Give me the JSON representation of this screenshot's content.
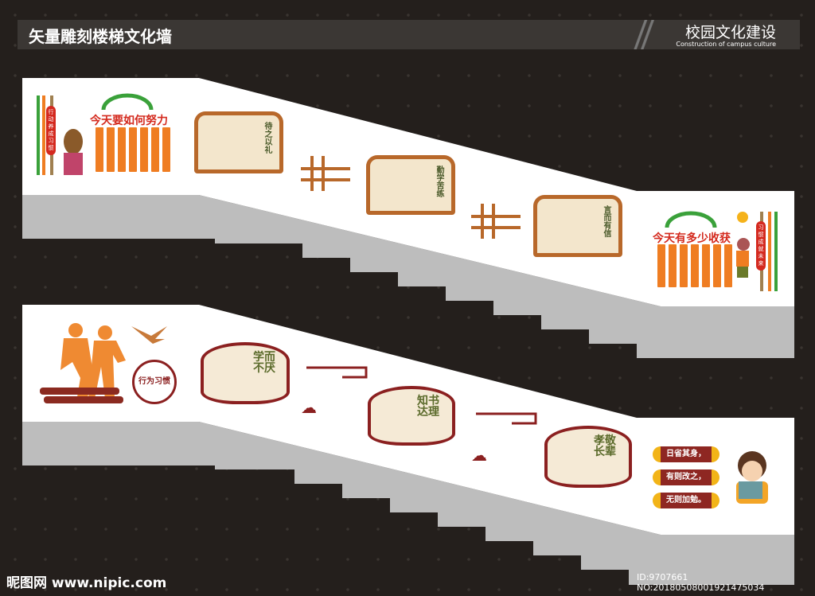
{
  "header": {
    "title": "矢量雕刻楼梯文化墙",
    "right_title": "校园文化建设",
    "right_subtitle": "Construction of campus culture"
  },
  "upper": {
    "left_panel": {
      "heading": "今天要如何努力",
      "vertical_label": "行动养成习惯"
    },
    "books": [
      {
        "title": "待之以礼"
      },
      {
        "title": "勤学苦练"
      },
      {
        "title": "言而有信"
      }
    ],
    "right_panel": {
      "heading": "今天有多少收获",
      "vertical_label": "习惯成就未来"
    }
  },
  "lower": {
    "seal": "行为习惯",
    "fans": [
      {
        "title": "学而不厌"
      },
      {
        "title": "知书达理"
      },
      {
        "title": "孝敬长辈"
      }
    ],
    "motto": [
      "日省其身，",
      "有则改之，",
      "无则加勉。"
    ]
  },
  "watermark": {
    "site": "昵图网 www.nipic.com",
    "id": "ID:9707661 NO:20180508001921475034"
  },
  "colors": {
    "orange": "#ef7d22",
    "red": "#d42a1e",
    "brown": "#b8682a",
    "maroon": "#8b2020",
    "green": "#3aa13a"
  }
}
